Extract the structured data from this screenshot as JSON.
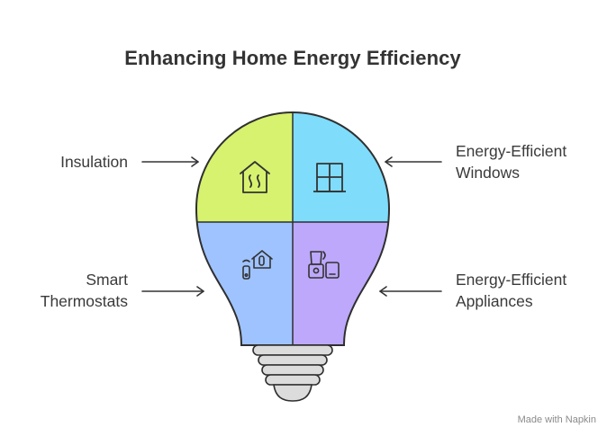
{
  "title": "Enhancing Home Energy Efficiency",
  "quadrants": {
    "top_left": {
      "lines": [
        "Insulation"
      ],
      "icon": "house-heat-icon",
      "color": "#d6f26f"
    },
    "top_right": {
      "lines": [
        "Energy-Efficient",
        "Windows"
      ],
      "icon": "window-icon",
      "color": "#7fdcfb"
    },
    "bottom_left": {
      "lines": [
        "Smart",
        "Thermostats"
      ],
      "icon": "smart-home-icon",
      "color": "#9fc3ff"
    },
    "bottom_right": {
      "lines": [
        "Energy-Efficient",
        "Appliances"
      ],
      "icon": "appliances-icon",
      "color": "#bda8fb"
    }
  },
  "watermark": "Made with Napkin"
}
